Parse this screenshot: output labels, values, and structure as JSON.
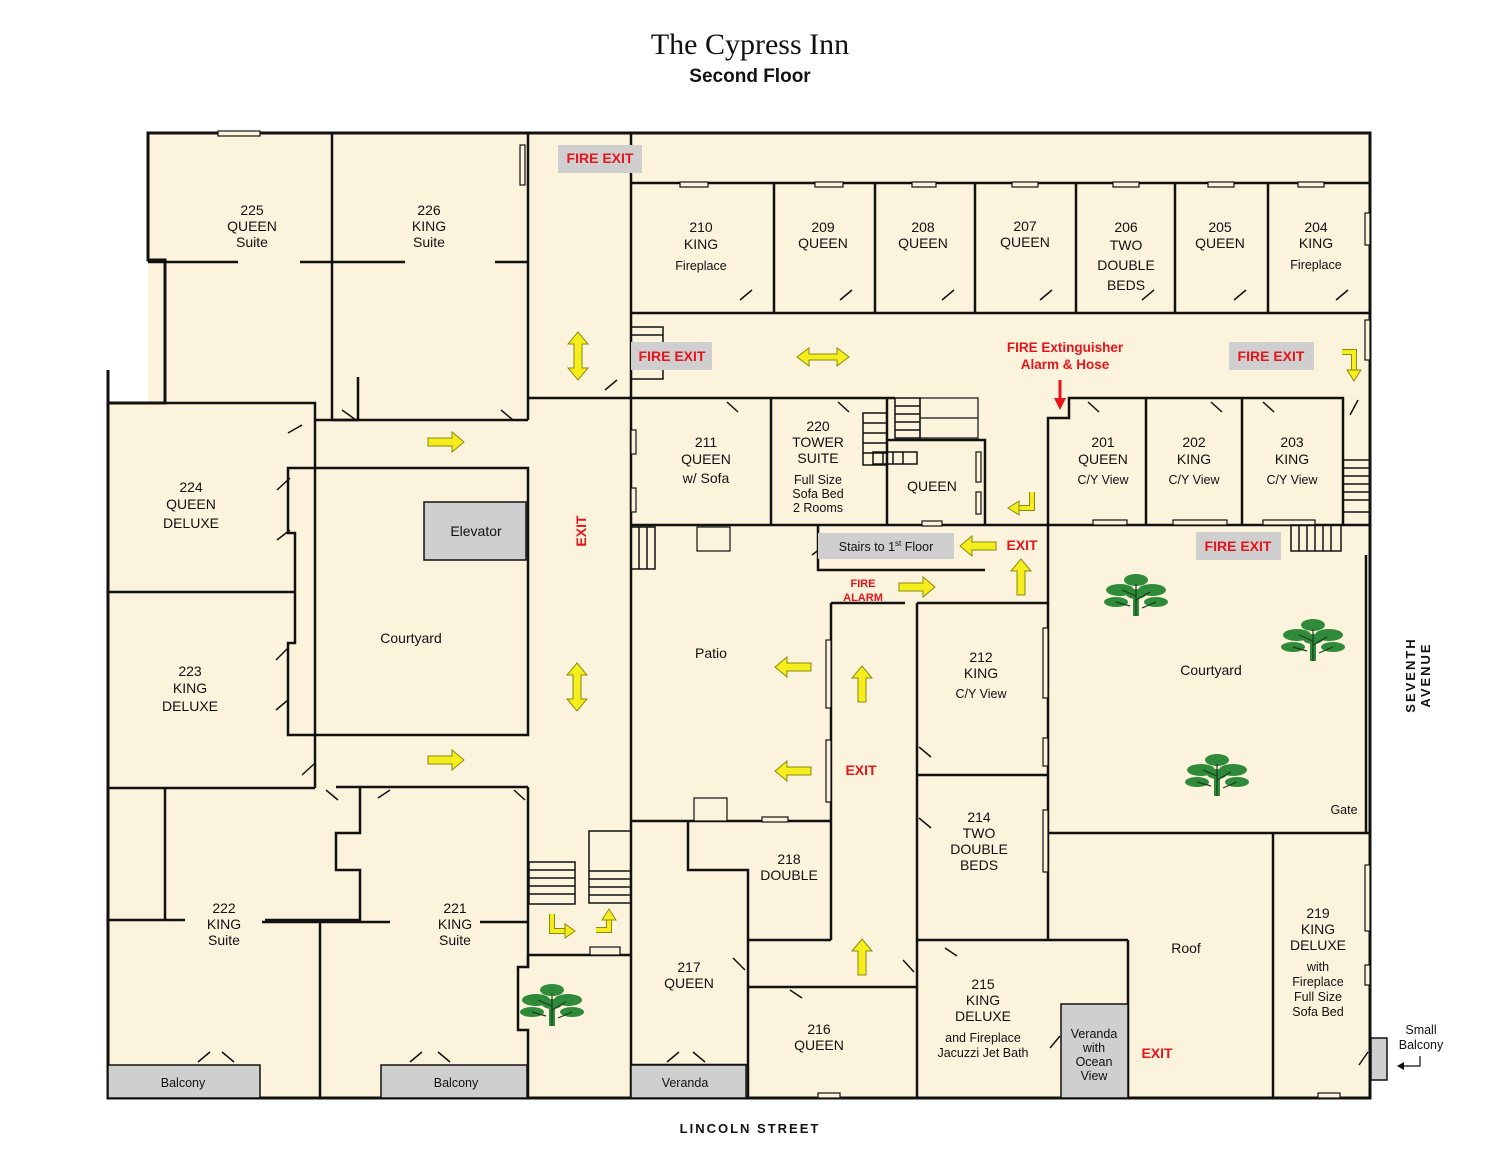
{
  "header": {
    "title": "The Cypress Inn",
    "subtitle": "Second Floor"
  },
  "streets": {
    "bottom": "LINCOLN STREET",
    "right": "SEVENTH AVENUE"
  },
  "colors": {
    "floor": "#fcf3dc",
    "wall": "#111111",
    "gray_box": "#cfcfcf",
    "exit_red": "#e8141b",
    "arrow_yellow": "#f5ee1c",
    "tree_green": "#2f8a3a"
  },
  "rooms": {
    "r225": [
      "225",
      "QUEEN",
      "Suite"
    ],
    "r226": [
      "226",
      "KING",
      "Suite"
    ],
    "r210": [
      "210",
      "KING",
      "Fireplace"
    ],
    "r209": [
      "209",
      "QUEEN"
    ],
    "r208": [
      "208",
      "QUEEN"
    ],
    "r207": [
      "207",
      "QUEEN"
    ],
    "r206": [
      "206",
      "TWO",
      "DOUBLE",
      "BEDS"
    ],
    "r205": [
      "205",
      "QUEEN"
    ],
    "r204": [
      "204",
      "KING",
      "Fireplace"
    ],
    "r224": [
      "224",
      "QUEEN",
      "DELUXE"
    ],
    "r223": [
      "223",
      "KING",
      "DELUXE"
    ],
    "r211": [
      "211",
      "QUEEN",
      "w/ Sofa"
    ],
    "r220": [
      "220",
      "TOWER",
      "SUITE",
      "Full Size",
      "Sofa Bed",
      "2 Rooms"
    ],
    "rqueen": [
      "QUEEN"
    ],
    "r201": [
      "201",
      "QUEEN",
      "C/Y View"
    ],
    "r202": [
      "202",
      "KING",
      "C/Y View"
    ],
    "r203": [
      "203",
      "KING",
      "C/Y View"
    ],
    "r212": [
      "212",
      "KING",
      "C/Y View"
    ],
    "r214": [
      "214",
      "TWO",
      "DOUBLE",
      "BEDS"
    ],
    "r218": [
      "218",
      "DOUBLE"
    ],
    "r222": [
      "222",
      "KING",
      "Suite"
    ],
    "r221": [
      "221",
      "KING",
      "Suite"
    ],
    "r217": [
      "217",
      "QUEEN"
    ],
    "r216": [
      "216",
      "QUEEN"
    ],
    "r215": [
      "215",
      "KING",
      "DELUXE",
      "and Fireplace",
      "Jacuzzi Jet Bath"
    ],
    "r219": [
      "219",
      "KING",
      "DELUXE",
      "with",
      "Fireplace",
      "Full Size",
      "Sofa Bed"
    ]
  },
  "areas": {
    "elevator": "Elevator",
    "courtyard_left": "Courtyard",
    "courtyard_right": "Courtyard",
    "patio": "Patio",
    "roof": "Roof",
    "gate": "Gate",
    "stairs": "Stairs to 1",
    "stairs_sup": "st",
    "stairs_end": " Floor",
    "balcony_1": "Balcony",
    "balcony_2": "Balcony",
    "veranda": "Veranda",
    "veranda_ocean": [
      "Veranda",
      "with",
      "Ocean",
      "View"
    ],
    "small_balcony": [
      "Small",
      "Balcony"
    ]
  },
  "exits": {
    "fire_exit_top": "FIRE EXIT",
    "fire_exit_left": "FIRE EXIT",
    "fire_exit_right": "FIRE EXIT",
    "fire_exit_courtyard": "FIRE EXIT",
    "exit_vertical": "EXIT",
    "exit_stairs": "EXIT",
    "exit_center": "EXIT",
    "exit_roof": "EXIT",
    "fire_alarm": [
      "FIRE",
      "ALARM"
    ],
    "extinguisher": [
      "FIRE Extinguisher",
      "Alarm & Hose"
    ]
  }
}
